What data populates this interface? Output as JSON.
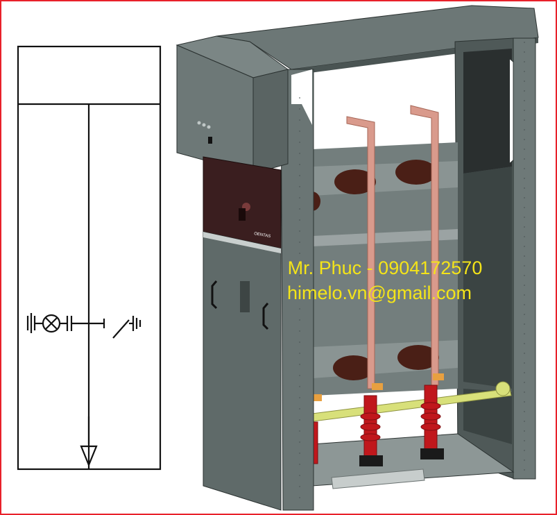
{
  "watermark": {
    "line1": "Mr. Phuc - 0904172570",
    "line2": "himelo.vn@gmail.com"
  },
  "cabinet": {
    "nameplate": "OENTAS"
  },
  "colors": {
    "border": "#e8202a",
    "schematic_line": "#111111",
    "panel_gray": "#5f6a69",
    "panel_gray_light": "#8a9493",
    "panel_gray_dark": "#3e4746",
    "busbar_copper": "#d99a8c",
    "insulator_red": "#c0171c",
    "bushing_brown": "#4a1f16",
    "earthing_rod": "#d8e07a",
    "watermark": "#f4e419"
  }
}
